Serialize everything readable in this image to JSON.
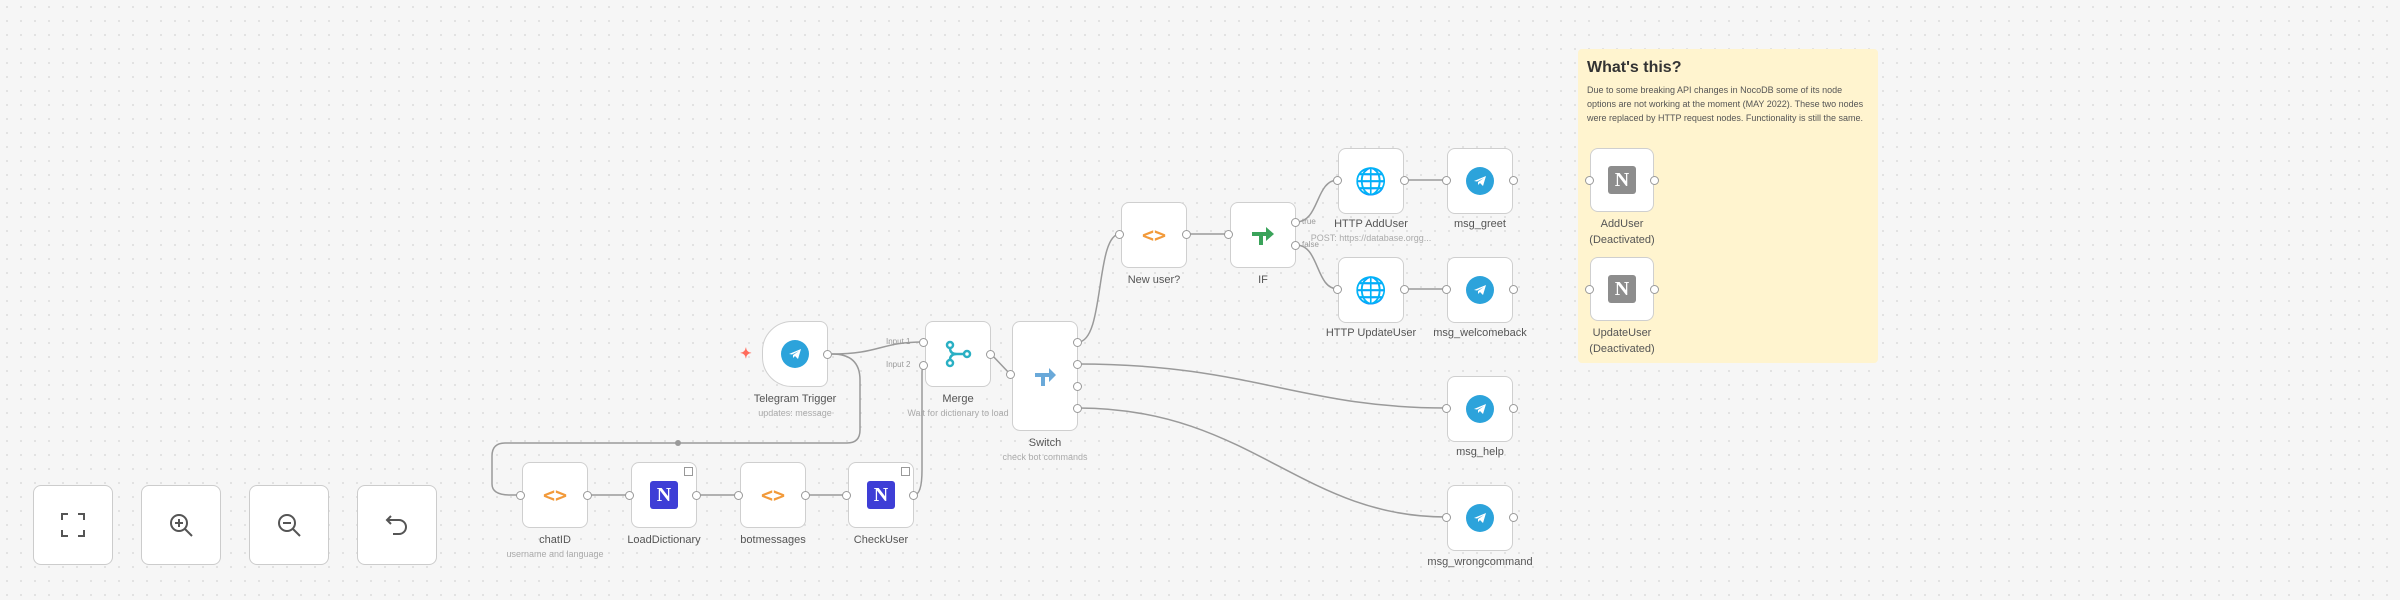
{
  "sticky_note": {
    "title": "What's this?",
    "body": "Due to some breaking API changes in NocoDB some of its node options are not working at the moment (MAY 2022). These two nodes were replaced by HTTP request nodes. Functionality is still the same."
  },
  "nodes": {
    "telegram_trigger": {
      "label": "Telegram Trigger",
      "sub": "updates: message"
    },
    "merge": {
      "label": "Merge",
      "sub": "Wait for dictionary to load"
    },
    "switch": {
      "label": "Switch",
      "sub": "check bot commands"
    },
    "new_user": {
      "label": "New user?"
    },
    "if": {
      "label": "IF"
    },
    "http_adduser": {
      "label": "HTTP AddUser",
      "sub": "POST: https://database.orgg..."
    },
    "http_updateuser": {
      "label": "HTTP UpdateUser"
    },
    "msg_greet": {
      "label": "msg_greet"
    },
    "msg_welcomeback": {
      "label": "msg_welcomeback"
    },
    "msg_help": {
      "label": "msg_help"
    },
    "msg_wrongcommand": {
      "label": "msg_wrongcommand"
    },
    "chatid": {
      "label": "chatID",
      "sub": "username and language"
    },
    "loaddictionary": {
      "label": "LoadDictionary"
    },
    "botmessages": {
      "label": "botmessages"
    },
    "checkuser": {
      "label": "CheckUser"
    },
    "adduser_deact": {
      "label": "AddUser",
      "label2": "(Deactivated)"
    },
    "updateuser_deact": {
      "label": "UpdateUser",
      "label2": "(Deactivated)"
    }
  },
  "port_labels": {
    "input1": "Input 1",
    "input2": "Input 2",
    "true": "true",
    "false": "false"
  },
  "icons": {
    "telegram": "telegram-icon",
    "notion": "notion-icon",
    "code": "code-icon",
    "http": "globe-icon",
    "merge": "merge-icon",
    "switch": "switch-icon",
    "if": "if-icon"
  },
  "toolbar": [
    "fullscreen-icon",
    "zoom-in-icon",
    "zoom-out-icon",
    "undo-icon"
  ],
  "colors": {
    "telegram": "#2ca3db",
    "notion": "#3e3ed6",
    "code": "#f29a3a",
    "http": "#3f4bd8",
    "sticky": "#fff4cf"
  }
}
